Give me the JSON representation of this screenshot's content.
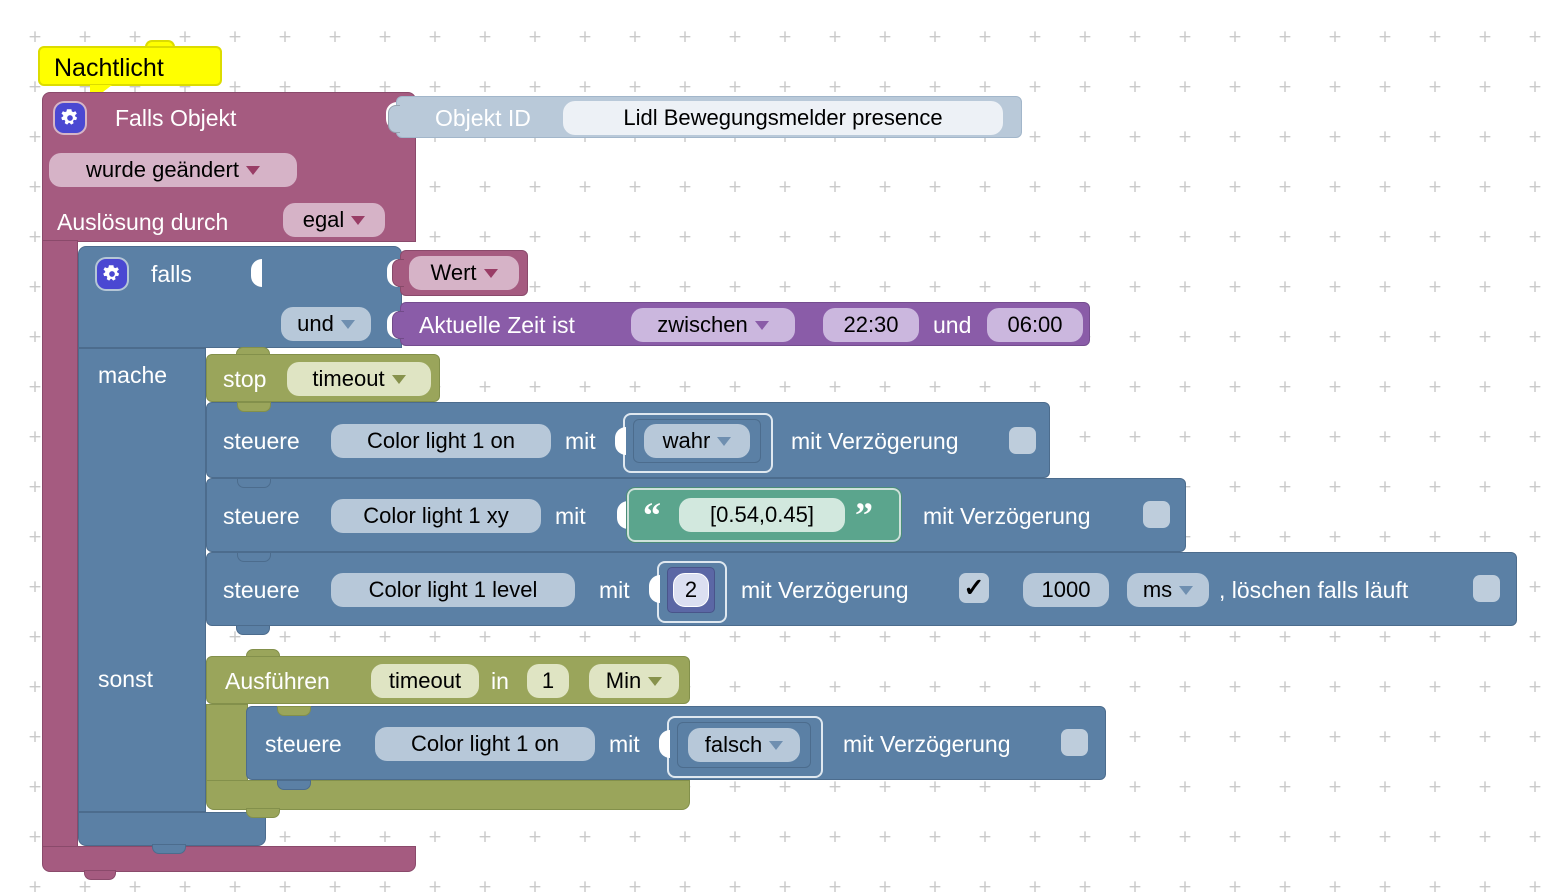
{
  "comment": {
    "text": "Nachtlicht"
  },
  "trigger_block": {
    "title": "Falls Objekt",
    "object_selector": {
      "label": "Objekt ID",
      "value": "Lidl Bewegungsmelder presence"
    },
    "change_type": "wurde geändert",
    "trigger_by_label": "Auslösung durch",
    "trigger_by_value": "egal"
  },
  "if_else_block": {
    "if_label": "falls",
    "operator": "und",
    "operand_value": "Wert",
    "time_condition": {
      "label": "Aktuelle Zeit ist",
      "mode": "zwischen",
      "start_time": "22:30",
      "and_label": "und",
      "end_time": "06:00"
    },
    "do_label": "mache",
    "else_label": "sonst"
  },
  "do_branch": {
    "stop_timeout": {
      "label": "stop",
      "timeout_name": "timeout"
    },
    "control_on": {
      "label": "steuere",
      "object": "Color light 1 on",
      "mit_label": "mit",
      "value": "wahr",
      "delay_label": "mit Verzögerung"
    },
    "control_xy": {
      "label": "steuere",
      "object": "Color light 1 xy",
      "mit_label": "mit",
      "open_quote": "“",
      "value": "[0.54,0.45]",
      "close_quote": "”",
      "delay_label": "mit Verzögerung"
    },
    "control_level": {
      "label": "steuere",
      "object": "Color light 1 level",
      "mit_label": "mit",
      "value": "2",
      "delay_label": "mit Verzögerung",
      "delay_checkmark": "✓",
      "delay_time": "1000",
      "delay_unit": "ms",
      "clear_label": ", löschen falls läuft"
    }
  },
  "else_branch": {
    "timeout": {
      "label": "Ausführen",
      "timeout_name": "timeout",
      "in_label": "in",
      "delay_value": "1",
      "unit": "Min"
    },
    "control_on": {
      "label": "steuere",
      "object": "Color light 1 on",
      "mit_label": "mit",
      "value": "falsch",
      "delay_label": "mit Verzögerung"
    }
  },
  "colors": {
    "trigger_pink": "#a55b80",
    "action_blue": "#5b80a5",
    "time_purple": "#8a5ca8",
    "timeout_olive": "#9aa55b",
    "string_green": "#5ba58d",
    "number_indigo": "#5b67a5",
    "oid_lightblue": "#b9c9d9",
    "comment_yellow": "#ffff00",
    "grid": "#c9c9c9"
  }
}
